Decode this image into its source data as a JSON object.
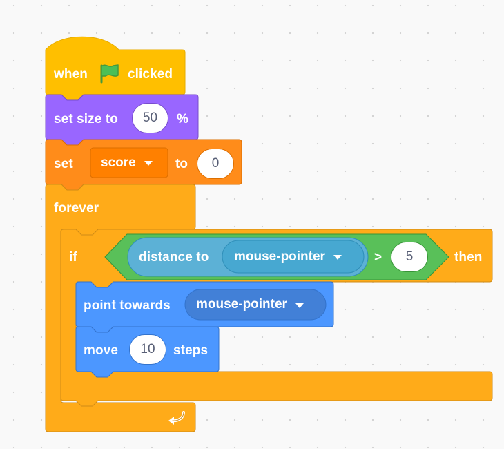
{
  "workspace": {
    "script": {
      "hat": {
        "when_text": "when",
        "flag_icon": "green-flag-icon",
        "clicked_text": "clicked"
      },
      "set_size": {
        "label": "set size to",
        "value": "50",
        "unit": "%"
      },
      "set_variable": {
        "label": "set",
        "variable": "score",
        "to_text": "to",
        "value": "0"
      },
      "forever": {
        "label": "forever",
        "loop_icon": "loop-arrow-icon"
      },
      "if_block": {
        "if_text": "if",
        "then_text": "then",
        "condition": {
          "distance_label": "distance to",
          "distance_target": "mouse-pointer",
          "operator": ">",
          "compare_value": "5"
        }
      },
      "point_towards": {
        "label": "point towards",
        "target": "mouse-pointer"
      },
      "move": {
        "label": "move",
        "value": "10",
        "unit": "steps"
      }
    },
    "colors": {
      "events": "#ffbf00",
      "looks": "#9966ff",
      "variables": "#ff8c1a",
      "control": "#ffab19",
      "operators": "#59c059",
      "sensing": "#5cb1d6",
      "motion": "#4c97ff"
    }
  }
}
